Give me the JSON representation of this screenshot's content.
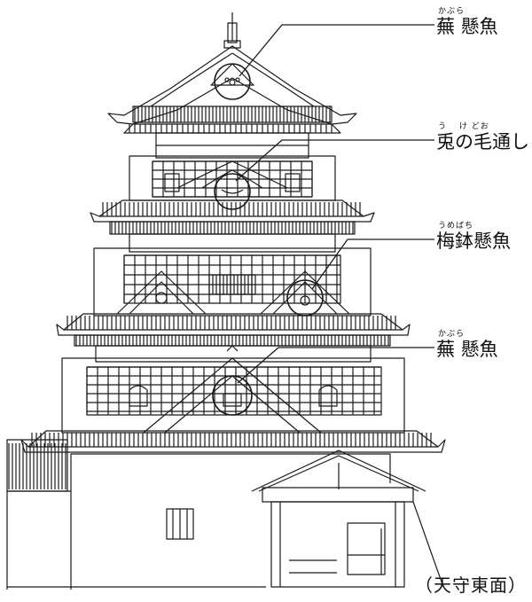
{
  "diagram": {
    "labels": [
      {
        "id": "gable-top",
        "ruby": "かぶら",
        "text": "蕪 懸魚"
      },
      {
        "id": "usagi-kedoshi",
        "ruby": "う　 け どお",
        "text": "兎の毛通し"
      },
      {
        "id": "umebachi",
        "ruby": "うめばち",
        "text": "梅鉢懸魚"
      },
      {
        "id": "gable-lower",
        "ruby": "かぶら",
        "text": "蕪 懸魚"
      }
    ],
    "caption": "（天守東面）"
  }
}
